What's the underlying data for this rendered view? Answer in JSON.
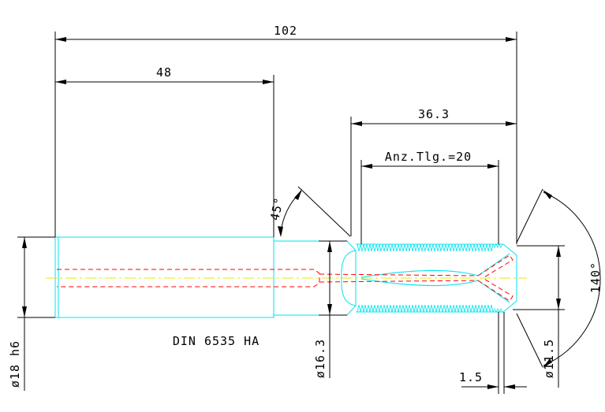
{
  "dimensions": {
    "total_length": "102",
    "shank_length": "48",
    "head_length": "36.3",
    "teeth_length": "Anz.Tlg.=20",
    "chamfer_angle": "45°",
    "tip_angle": "140°",
    "shank_diameter": "ø18 h6",
    "neck_diameter": "ø16.3",
    "tip_diameter": "ø11.5",
    "tip_offset": "1.5"
  },
  "standard_label": "DIN 6535 HA",
  "colors": {
    "dimension": "#000000",
    "outline": "#00e5ee",
    "hidden": "#ff0000",
    "centerline": "#e8e800",
    "background": "#ffffff"
  }
}
